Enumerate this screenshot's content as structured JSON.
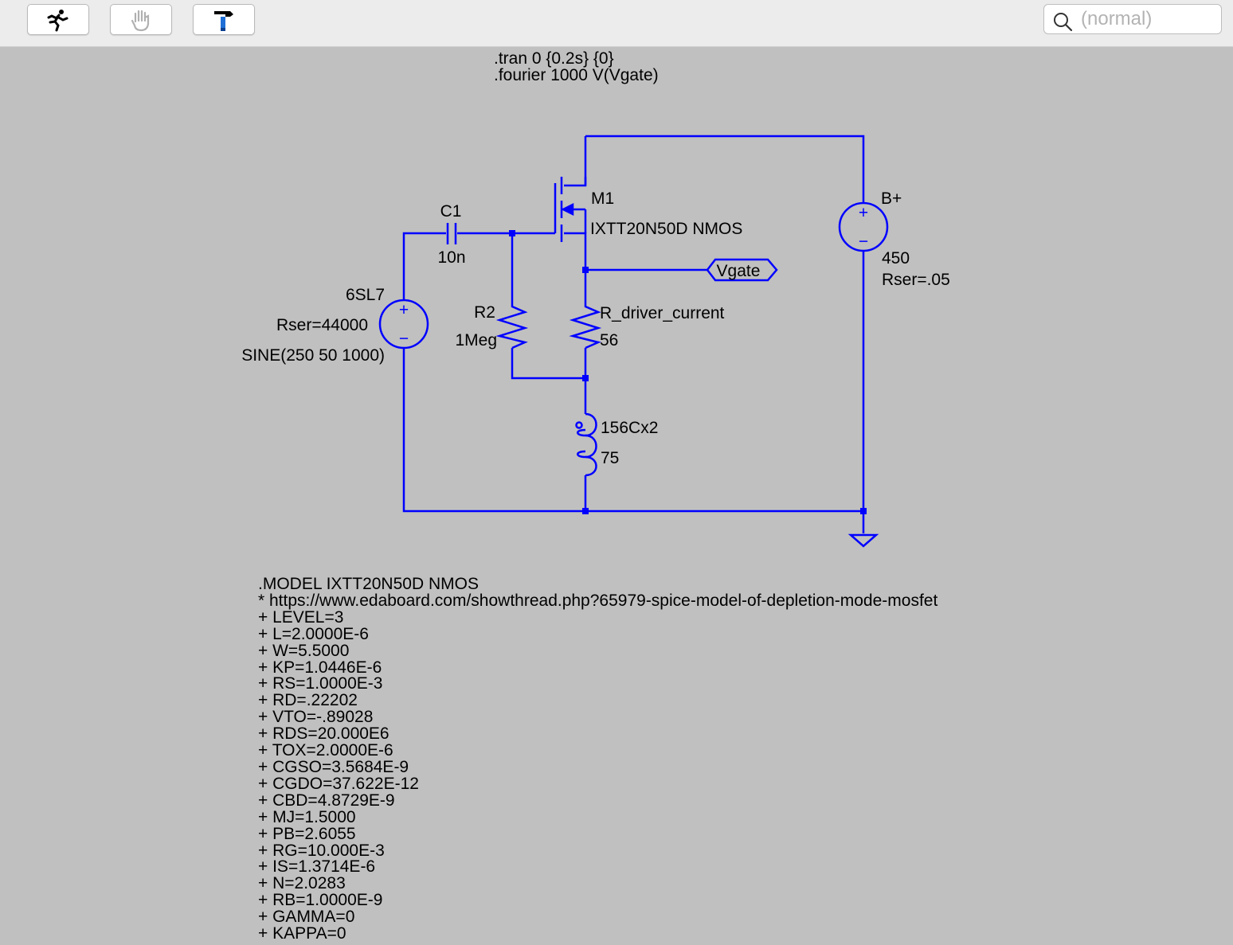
{
  "toolbar": {
    "buttons": [
      {
        "name": "run-button",
        "icon": "running-man-icon"
      },
      {
        "name": "halt-button",
        "icon": "hand-icon"
      },
      {
        "name": "hammer-button",
        "icon": "hammer-icon"
      }
    ],
    "search_placeholder": "(normal)"
  },
  "directives": [
    ".tran 0 {0.2s} {0}",
    ".fourier 1000 V(Vgate)"
  ],
  "schematic": {
    "wire_color": "#0000ff",
    "source_6sl7": {
      "name": "6SL7",
      "rser": "Rser=44000",
      "value": "SINE(250 50 1000)"
    },
    "c1": {
      "name": "C1",
      "value": "10n"
    },
    "m1": {
      "name": "M1",
      "model": "IXTT20N50D NMOS"
    },
    "r2": {
      "name": "R2",
      "value": "1Meg"
    },
    "r_driver": {
      "name": "R_driver_current",
      "value": "56"
    },
    "inductor": {
      "name": "156Cx2",
      "value": "75"
    },
    "bplus": {
      "name": "B+",
      "value": "450",
      "rser": "Rser=.05"
    },
    "net_label": "Vgate",
    "plus_sign": "+",
    "minus_sign": "−"
  },
  "model_lines": [
    ".MODEL IXTT20N50D NMOS",
    "* https://www.edaboard.com/showthread.php?65979-spice-model-of-depletion-mode-mosfet",
    "+ LEVEL=3",
    "+ L=2.0000E-6",
    "+ W=5.5000",
    "+ KP=1.0446E-6",
    "+ RS=1.0000E-3",
    "+ RD=.22202",
    "+ VTO=-.89028",
    "+ RDS=20.000E6",
    "+ TOX=2.0000E-6",
    "+ CGSO=3.5684E-9",
    "+ CGDO=37.622E-12",
    "+ CBD=4.8729E-9",
    "+ MJ=1.5000",
    "+ PB=2.6055",
    "+ RG=10.000E-3",
    "+ IS=1.3714E-6",
    "+ N=2.0283",
    "+ RB=1.0000E-9",
    "+ GAMMA=0",
    "+ KAPPA=0"
  ]
}
